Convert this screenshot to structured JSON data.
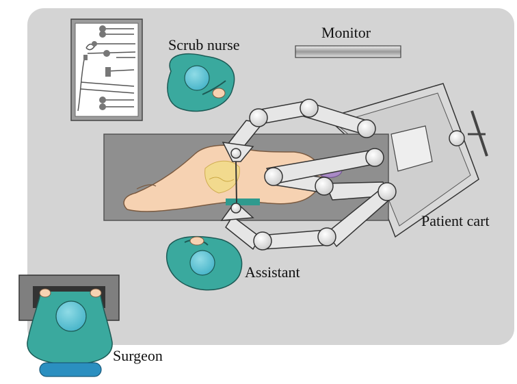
{
  "labels": {
    "monitor": "Monitor",
    "scrub_nurse": "Scrub nurse",
    "patient_cart": "Patient cart",
    "assistant": "Assistant",
    "surgeon": "Surgeon"
  },
  "colors": {
    "floor": "#d4d4d4",
    "table": "#8f8f8f",
    "skin": "#f6d2b2",
    "scrubs": "#3aa99e",
    "cap": "#5fc6d7",
    "robot_arm": "#e6e6e6",
    "target_organ": "#a98ac6",
    "console": "#3a3a3a"
  }
}
